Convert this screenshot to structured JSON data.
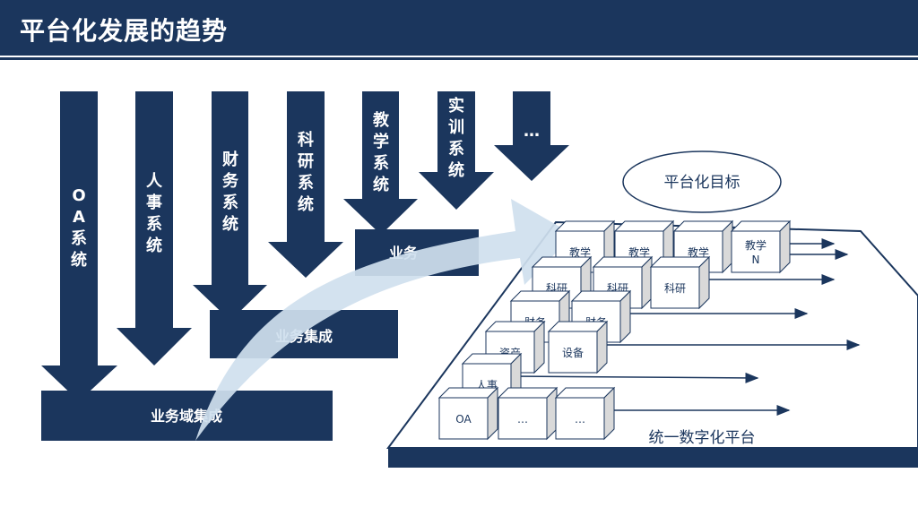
{
  "title": "平台化发展的趋势",
  "colors": {
    "navy": "#1b365d",
    "light_arrow": "#cfe0ee",
    "box_stroke": "#1b365d"
  },
  "systems": [
    "OA系统",
    "人事系统",
    "财务系统",
    "科研系统",
    "教学系统",
    "实训系统",
    "…"
  ],
  "integration": {
    "domain": "业务域集成",
    "mid": "业务集成",
    "top": "业务"
  },
  "goal": "平台化目标",
  "platform_label": "统一数字化平台",
  "blocks": {
    "teach": [
      "教学",
      "教学",
      "教学",
      "教学N"
    ],
    "research": [
      "科研",
      "科研",
      "科研"
    ],
    "finance": [
      "财务",
      "财务"
    ],
    "assets": "资产",
    "equipment": "设备",
    "hr": "人事",
    "oa": "OA",
    "etc1": "…",
    "etc2": "…"
  }
}
